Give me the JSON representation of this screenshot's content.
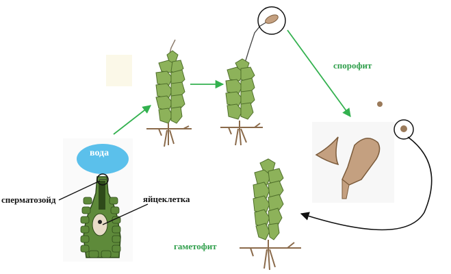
{
  "labels": {
    "water": "вода",
    "spermatozoid": "сперматозойд",
    "egg_cell": "яйцеклетка",
    "sporophyte": "спорофит",
    "gametophyte": "гаметофит"
  },
  "colors": {
    "plant_green": "#8db25a",
    "plant_dark": "#4e6e2a",
    "root_brown": "#8a6a4a",
    "capsule_brown": "#c4a080",
    "water_blue": "#5bc0eb",
    "label_green": "#2e9e4a",
    "arrow_green": "#33b14f"
  }
}
